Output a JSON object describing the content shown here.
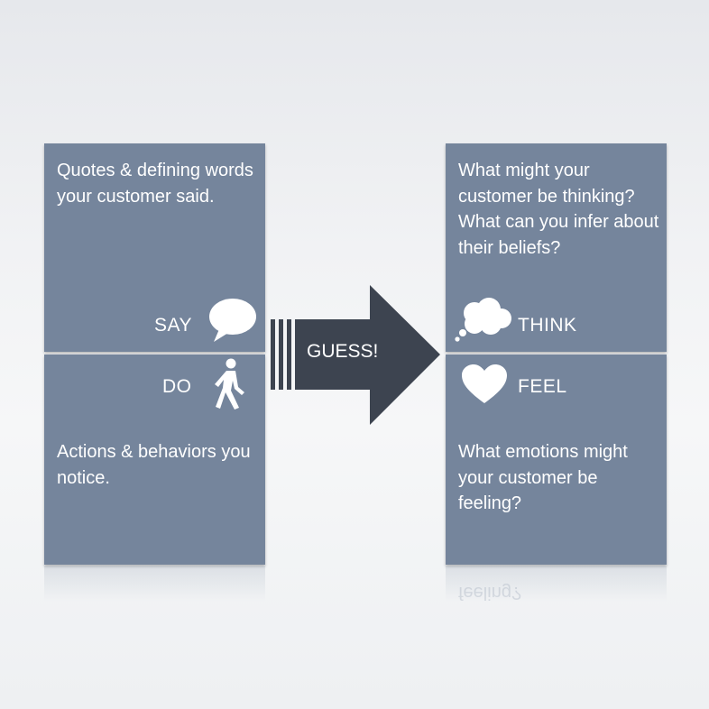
{
  "say": {
    "description": "Quotes & defining words your customer said.",
    "label": "SAY",
    "icon": "speech-bubble-icon"
  },
  "do": {
    "description": "Actions & behaviors you notice.",
    "label": "DO",
    "icon": "walking-person-icon"
  },
  "think": {
    "description": "What might your customer be thinking? What can you infer about their beliefs?",
    "label": "THINK",
    "icon": "thought-cloud-icon"
  },
  "feel": {
    "description": "What emotions might your customer be feeling?",
    "label": "FEEL",
    "icon": "heart-icon"
  },
  "arrow": {
    "label": "GUESS!"
  },
  "reflection": {
    "text": "feeling?"
  },
  "colors": {
    "panel": "#75859c",
    "arrow": "#3d4450",
    "text": "#ffffff"
  }
}
